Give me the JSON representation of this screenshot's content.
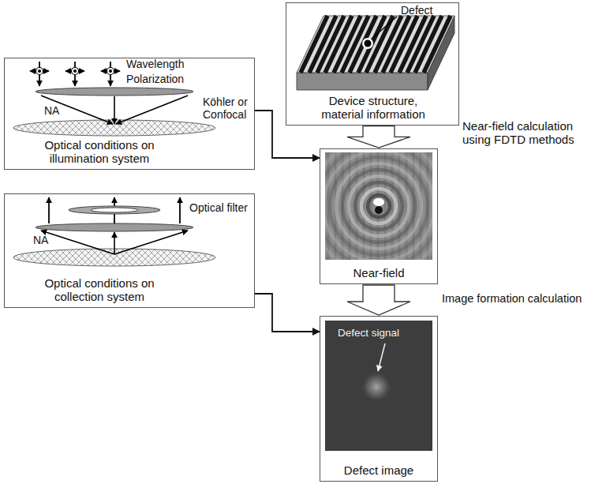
{
  "diagram": {
    "nodes": [
      {
        "text": [
          "Device structure, material information"
        ]
      },
      {
        "text": [
          "Optical conditions on illumination system"
        ]
      },
      {
        "text": [
          "Near-field"
        ]
      },
      {
        "text": [
          "Optical conditions on collection system"
        ]
      },
      {
        "text": [
          "Defect image"
        ]
      }
    ],
    "edges": [
      {
        "from": 0,
        "to": 2,
        "arrow": "to",
        "label": "Near-field calculation using FDTD methods"
      },
      {
        "from": 1,
        "to": 2,
        "arrow": "to"
      },
      {
        "from": 2,
        "to": 4,
        "arrow": "to",
        "label": "Image formation calculation"
      },
      {
        "from": 3,
        "to": 4,
        "arrow": "to"
      }
    ],
    "labels": [
      "Defect",
      "Wavelength",
      "Polarization",
      "Köhler or Confocal",
      "NA",
      "Optical filter",
      "NA",
      "Defect signal"
    ]
  }
}
